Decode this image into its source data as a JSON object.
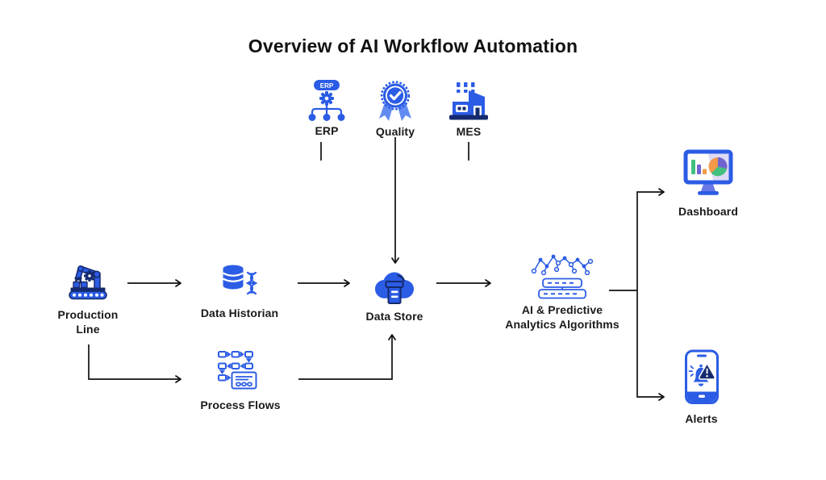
{
  "title": "Overview of AI Workflow Automation",
  "nodes": {
    "erp": {
      "label": "ERP"
    },
    "quality": {
      "label": "Quality"
    },
    "mes": {
      "label": "MES"
    },
    "production_line": {
      "label": "Production Line"
    },
    "data_historian": {
      "label": "Data Historian"
    },
    "process_flows": {
      "label": "Process Flows"
    },
    "data_store": {
      "label": "Data Store"
    },
    "ai_analytics": {
      "label": "AI & Predictive Analytics Algorithms"
    },
    "dashboard": {
      "label": "Dashboard"
    },
    "alerts": {
      "label": "Alerts"
    }
  },
  "icons": {
    "erp_badge": "ERP"
  },
  "connections": [
    {
      "from": "Production Line",
      "to": "Data Historian"
    },
    {
      "from": "Data Historian",
      "to": "Data Store"
    },
    {
      "from": "Production Line",
      "to": "Process Flows"
    },
    {
      "from": "Process Flows",
      "to": "Data Store"
    },
    {
      "from": "Quality",
      "to": "Data Store"
    },
    {
      "from": "Data Store",
      "to": "AI & Predictive Analytics Algorithms"
    },
    {
      "from": "AI & Predictive Analytics Algorithms",
      "to": "Dashboard"
    },
    {
      "from": "AI & Predictive Analytics Algorithms",
      "to": "Alerts"
    }
  ],
  "stub_lines_below": [
    "ERP",
    "MES"
  ],
  "colors": {
    "accent_blue": "#2b5ce5",
    "dark_navy": "#152a6e",
    "ribbon_blue": "#638cf2",
    "arrow_black": "#111111",
    "chart_green": "#41c07e",
    "chart_purple": "#6f63d2",
    "chart_orange": "#f2994a",
    "screen_lavender": "#dddaf6",
    "text": "#1a1a1a"
  }
}
